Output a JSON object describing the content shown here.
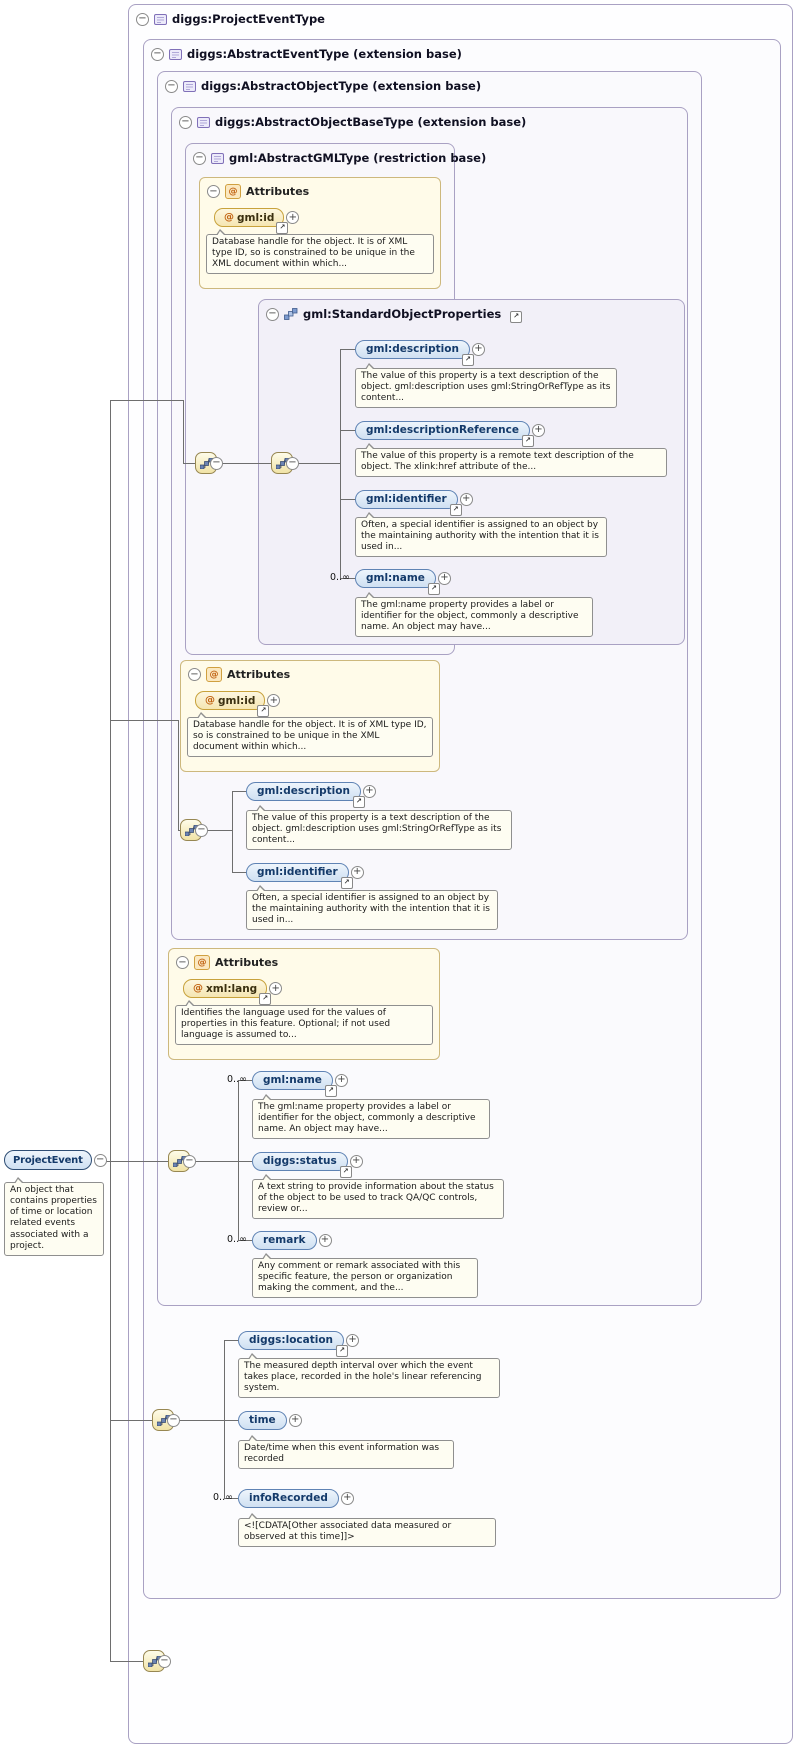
{
  "icons": {
    "collapse": "−",
    "expand": "+",
    "link": "↗",
    "at": "@"
  },
  "labels": {
    "attributes": "Attributes"
  },
  "colors": {
    "element_fill": "#cfe0f2",
    "element_border": "#5f83b4",
    "attribute_fill": "#f5e6b2",
    "attributes_box_fill": "#fffbe9",
    "group_box_fill": "#f2f0f8"
  },
  "root_type": {
    "title": "diggs:ProjectEventType"
  },
  "base_types": {
    "event": "diggs:AbstractEventType (extension base)",
    "object": "diggs:AbstractObjectType (extension base)",
    "object_base": "diggs:AbstractObjectBaseType (extension base)",
    "gml": "gml:AbstractGMLType (restriction base)"
  },
  "gml_type_section": {
    "attribute": {
      "name": "gml:id",
      "doc": "Database handle for the object. It is of XML type ID, so is constrained to be unique in the XML document within which..."
    },
    "group": {
      "title": "gml:StandardObjectProperties",
      "elements": [
        {
          "name": "gml:description",
          "occurs": "",
          "doc": "The value of this property is a text description of the object. gml:description uses gml:StringOrRefType as its content..."
        },
        {
          "name": "gml:descriptionReference",
          "occurs": "",
          "doc": "The value of this property is a remote text description of the object. The xlink:href attribute of the..."
        },
        {
          "name": "gml:identifier",
          "occurs": "",
          "doc": "Often, a special identifier is assigned to an object by the maintaining authority with the intention that it is used in..."
        },
        {
          "name": "gml:name",
          "occurs": "0..∞",
          "doc": "The gml:name property provides a label or identifier for the object, commonly a descriptive name. An object may have..."
        }
      ]
    }
  },
  "object_base_section": {
    "attribute": {
      "name": "gml:id",
      "doc": "Database handle for the object. It is of XML type ID, so is constrained to be unique in the XML document within which..."
    },
    "elements": [
      {
        "name": "gml:description",
        "occurs": "",
        "doc": "The value of this property is a text description of the object. gml:description uses gml:StringOrRefType as its content..."
      },
      {
        "name": "gml:identifier",
        "occurs": "",
        "doc": "Often, a special identifier is assigned to an object by the maintaining authority with the intention that it is used in..."
      }
    ]
  },
  "object_section": {
    "attribute": {
      "name": "xml:lang",
      "doc": "Identifies the language used for the values of properties in this feature. Optional; if not used language is assumed to..."
    },
    "elements": [
      {
        "name": "gml:name",
        "occurs": "0..∞",
        "doc": "The gml:name property provides a label or identifier for the object, commonly a descriptive name. An object may have..."
      },
      {
        "name": "diggs:status",
        "occurs": "",
        "doc": "A text string to provide information about the status of the object to be used to track QA/QC controls, review or..."
      },
      {
        "name": "remark",
        "occurs": "0..∞",
        "doc": "Any comment or remark associated with this specific feature, the person or organization making the comment, and the..."
      }
    ]
  },
  "event_section": {
    "elements": [
      {
        "name": "diggs:location",
        "occurs": "",
        "doc": "The measured depth interval over which the event takes place, recorded in the hole's linear referencing system."
      },
      {
        "name": "time",
        "occurs": "",
        "doc": "Date/time when this event information was recorded"
      },
      {
        "name": "infoRecorded",
        "occurs": "0..∞",
        "doc": "<![CDATA[Other associated data measured or observed at this time]]>"
      }
    ]
  },
  "element": {
    "name": "ProjectEvent",
    "doc": "An object that contains properties of time or location related events associated with a project."
  }
}
